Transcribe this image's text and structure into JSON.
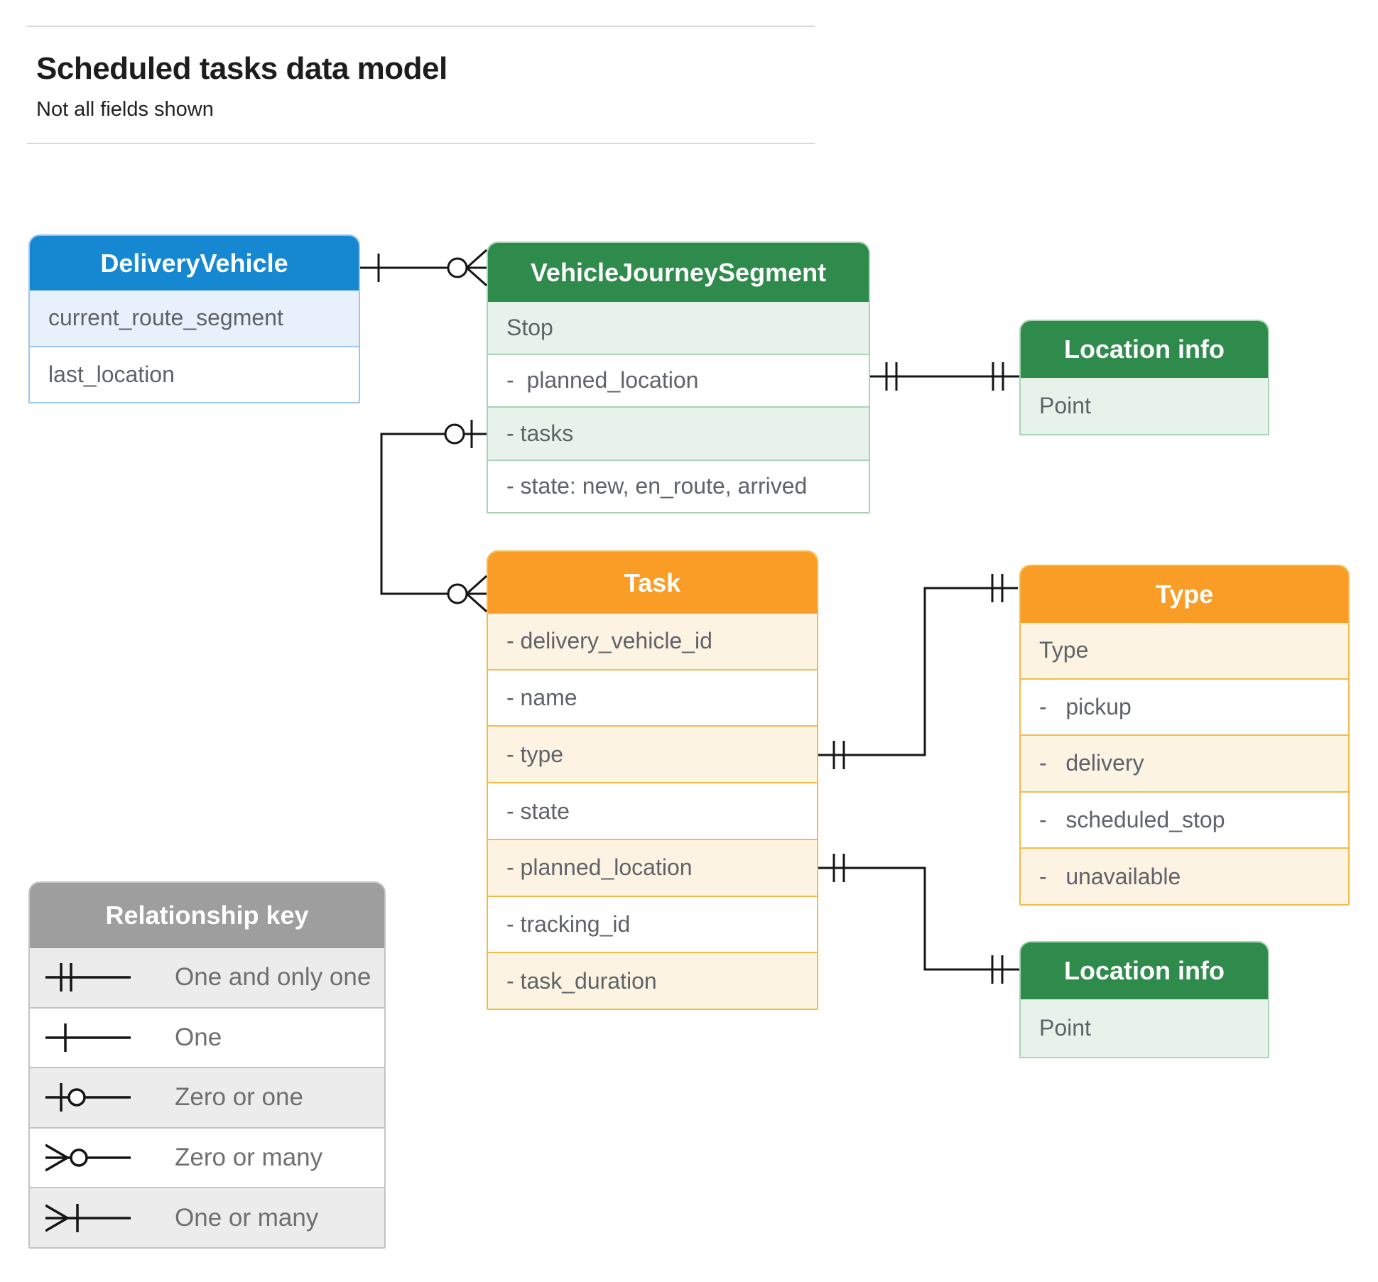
{
  "page": {
    "title": "Scheduled tasks data model",
    "subtitle": "Not all fields shown"
  },
  "colors": {
    "blue_header": "#1588d1",
    "blue_row_tint": "#e8f1fb",
    "green_header": "#2e8b4c",
    "green_row_tint": "#e7f2ea",
    "orange_header": "#f99d26",
    "orange_row_tint": "#fdf3e2",
    "gray_header": "#9e9e9e",
    "gray_row_tint": "#ececec",
    "field_text": "#5f6368",
    "connector_line": "#151515"
  },
  "entities": {
    "delivery_vehicle": {
      "title": "DeliveryVehicle",
      "fields": [
        "current_route_segment",
        "last_location"
      ]
    },
    "vehicle_journey_segment": {
      "title": "VehicleJourneySegment",
      "fields": [
        "Stop",
        "-  planned_location",
        "- tasks",
        "- state: new, en_route, arrived"
      ]
    },
    "location_info_top": {
      "title": "Location info",
      "fields": [
        "Point"
      ]
    },
    "task": {
      "title": "Task",
      "fields": [
        "- delivery_vehicle_id",
        "- name",
        "- type",
        "- state",
        "- planned_location",
        "- tracking_id",
        "- task_duration"
      ]
    },
    "type": {
      "title": "Type",
      "fields": [
        "Type",
        "-   pickup",
        "-   delivery",
        "-   scheduled_stop",
        "-   unavailable"
      ]
    },
    "location_info_bottom": {
      "title": "Location info",
      "fields": [
        "Point"
      ]
    }
  },
  "relationship_key": {
    "title": "Relationship key",
    "items": [
      {
        "symbol": "one-and-only-one",
        "label": "One and only one"
      },
      {
        "symbol": "one",
        "label": "One"
      },
      {
        "symbol": "zero-or-one",
        "label": "Zero or one"
      },
      {
        "symbol": "zero-or-many",
        "label": "Zero or many"
      },
      {
        "symbol": "one-or-many",
        "label": "One or many"
      }
    ]
  }
}
